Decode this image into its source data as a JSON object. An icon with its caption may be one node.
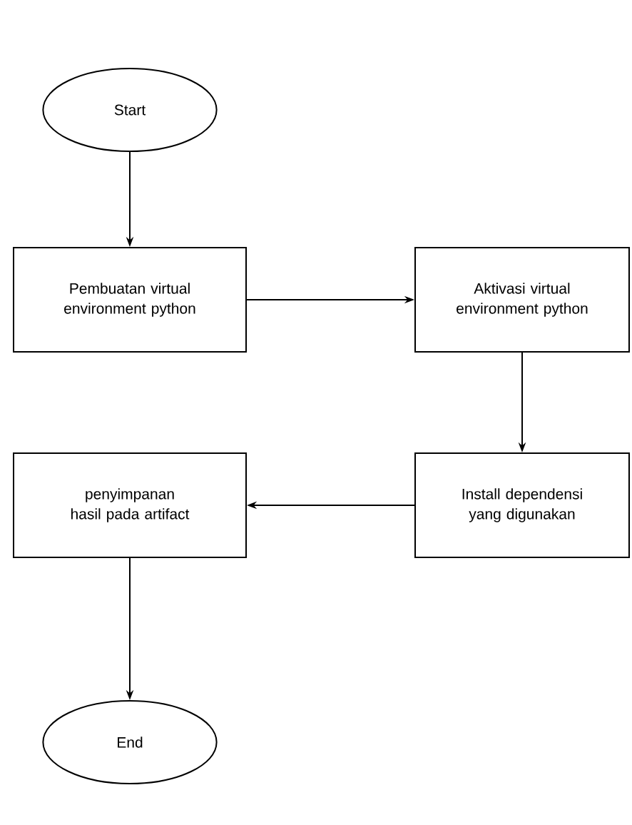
{
  "diagram": {
    "nodes": [
      {
        "text": [
          "Start"
        ]
      },
      {
        "text": [
          "Pembuatan virtual environment python"
        ]
      },
      {
        "text": [
          "Aktivasi virtual environment python"
        ]
      },
      {
        "text": [
          "Install dependensi yang digunakan"
        ]
      },
      {
        "text": [
          "penyimpanan hasil pada artifact"
        ]
      },
      {
        "text": [
          "End"
        ]
      }
    ],
    "edges": [
      {
        "from": 0,
        "to": 1,
        "arrow": "to"
      },
      {
        "from": 1,
        "to": 2,
        "arrow": "to"
      },
      {
        "from": 2,
        "to": 3,
        "arrow": "to"
      },
      {
        "from": 3,
        "to": 4,
        "arrow": "to"
      },
      {
        "from": 4,
        "to": 5,
        "arrow": "to"
      }
    ]
  }
}
